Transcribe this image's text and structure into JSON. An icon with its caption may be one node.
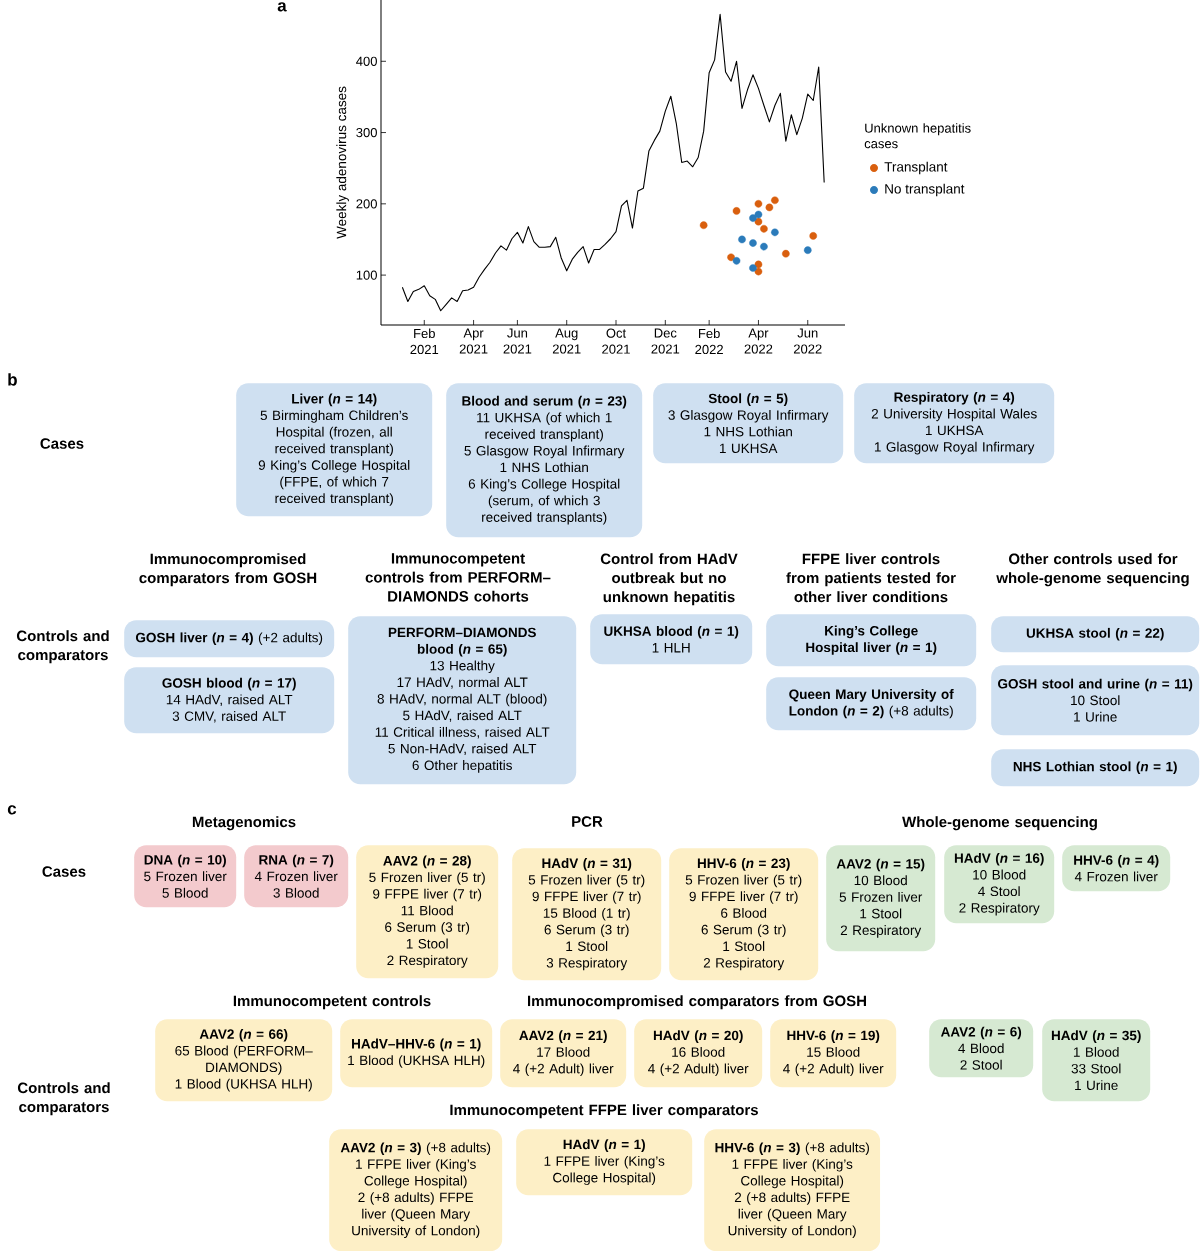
{
  "diagram": {
    "nodes": [
      {
        "text": [
          "Liver (*n* = 14)",
          "5 Birmingham Children’s Hospital (frozen, all received transplant)",
          "9 King’s College Hospital (FFPE, of which 7 received transplant)"
        ]
      },
      {
        "text": [
          "Blood and serum (*n* = 23)",
          "11 UKHSA (of which 1 received transplant)",
          "5 Glasgow Royal Infirmary",
          "1 NHS Lothian",
          "6 King’s College Hospital (serum, of which 3 received transplants)"
        ]
      },
      {
        "text": [
          "Stool (*n* = 5)",
          "3 Glasgow Royal Infirmary",
          "1 NHS Lothian",
          "1 UKHSA"
        ]
      },
      {
        "text": [
          "Respiratory (*n* = 4)",
          "2 University Hospital Wales",
          "1 UKHSA",
          "1 Glasgow Royal Infirmary"
        ]
      },
      {
        "text": [
          "GOSH liver (*n* = 4)",
          "(+2 adults)"
        ]
      },
      {
        "text": [
          "GOSH blood (*n* = 17)",
          "14 HAdV, raised ALT",
          "3 CMV, raised ALT"
        ]
      },
      {
        "text": [
          "PERFORM–DIAMONDS blood (*n* = 65)",
          "13 Healthy",
          "17 HAdV, normal ALT",
          "8 HAdV, normal ALT (blood)",
          "5 HAdV, raised ALT",
          "11 Critical illness, raised ALT",
          "5 Non-HAdV, raised ALT",
          "6 Other hepatitis"
        ]
      },
      {
        "text": [
          "UKHSA blood (*n* = 1)",
          "1 HLH"
        ]
      },
      {
        "text": [
          "King’s College Hospital liver (*n* = 1)"
        ]
      },
      {
        "text": [
          "Queen Mary University of London (*n* = 2)",
          "(+8 adults)"
        ]
      },
      {
        "text": [
          "UKHSA stool (*n* = 22)"
        ]
      },
      {
        "text": [
          "GOSH stool and urine (*n* = 11)",
          "10 Stool",
          "1 Urine"
        ]
      },
      {
        "text": [
          "NHS Lothian stool (*n* = 1)"
        ]
      },
      {
        "text": [
          "DNA (*n* = 10)",
          "5 Frozen liver",
          "5 Blood"
        ]
      },
      {
        "text": [
          "RNA (*n* = 7)",
          "4 Frozen liver",
          "3 Blood"
        ]
      },
      {
        "text": [
          "AAV2 (*n* = 28)",
          "5 Frozen liver (5 tr)",
          "9 FFPE liver (7 tr)",
          "11 Blood",
          "6 Serum (3 tr)",
          "1 Stool",
          "2 Respiratory"
        ]
      },
      {
        "text": [
          "HAdV (*n* = 31)",
          "5 Frozen liver (5 tr)",
          "9 FFPE liver (7 tr)",
          "15 Blood (1 tr)",
          "6 Serum (3 tr)",
          "1 Stool",
          "3 Respiratory"
        ]
      },
      {
        "text": [
          "HHV-6 (*n* = 23)",
          "5 Frozen liver (5 tr)",
          "9 FFPE liver (7 tr)",
          "6 Blood",
          "6 Serum (3 tr)",
          "1 Stool",
          "2 Respiratory"
        ]
      },
      {
        "text": [
          "AAV2 (*n* = 15)",
          "10 Blood",
          "5 Frozen liver",
          "1 Stool",
          "2 Respiratory"
        ]
      },
      {
        "text": [
          "HAdV (*n* = 16)",
          "10 Blood",
          "4 Stool",
          "2 Respiratory"
        ]
      },
      {
        "text": [
          "HHV-6 (*n* = 4)",
          "4 Frozen liver"
        ]
      },
      {
        "text": [
          "AAV2 (*n* = 66)",
          "65 Blood (PERFORM–DIAMONDS)",
          "1 Blood (UKHSA HLH)"
        ]
      },
      {
        "text": [
          "HAdV–HHV-6 (*n* = 1)",
          "1 Blood (UKHSA HLH)"
        ]
      },
      {
        "text": [
          "AAV2 (*n* = 21)",
          "17 Blood",
          "4 (+2 Adult) liver"
        ]
      },
      {
        "text": [
          "HAdV (*n* = 20)",
          "16 Blood",
          "4 (+2 Adult) liver"
        ]
      },
      {
        "text": [
          "HHV-6 (*n* = 19)",
          "15 Blood",
          "4 (+2 Adult) liver"
        ]
      },
      {
        "text": [
          "AAV2 (*n* = 6)",
          "4 Blood",
          "2 Stool"
        ]
      },
      {
        "text": [
          "HAdV (*n* = 35)",
          "1 Blood",
          "33 Stool",
          "1 Urine"
        ]
      },
      {
        "text": [
          "AAV2 (*n* = 3)",
          "(+8 adults)",
          "1 FFPE liver (King’s College Hospital)",
          "2 (+8 adults) FFPE liver (Queen Mary University of London)"
        ]
      },
      {
        "text": [
          "HAdV (*n* = 1)",
          "1 FFPE liver (King’s College Hospital)"
        ]
      },
      {
        "text": [
          "HHV-6 (*n* = 3)",
          "(+8 adults)",
          "1 FFPE liver (King’s College Hospital)",
          "2 (+8 adults) FFPE liver (Queen Mary University of London)"
        ]
      }
    ],
    "labels": [
      "a",
      "Unknown hepatitis cases",
      "b",
      "Cases",
      "Immunocompromised comparators from GOSH",
      "Immunocompetent controls from PERFORM–DIAMONDS cohorts",
      "Control from HAdV outbreak but no unknown hepatitis",
      "FFPE liver controls from patients tested for other liver conditions",
      "Other controls used for whole-genome sequencing",
      "Controls and comparators",
      "c",
      "Metagenomics",
      "PCR",
      "Whole-genome sequencing",
      "Cases",
      "Immunocompetent controls",
      "Immunocompromised comparators from GOSH",
      "Controls and comparators",
      "Immunocompetent FFPE liver comparators"
    ],
    "legend": [
      {
        "text": "Transplant",
        "color": "#d95f0e"
      },
      {
        "text": "No transplant",
        "color": "#2b7bba"
      }
    ],
    "chart_data": {
      "type": "line",
      "ylabel": "Weekly adenovirus cases",
      "categories": [
        null,
        null,
        null,
        null,
        "Feb 2021",
        null,
        null,
        null,
        null,
        null,
        null,
        null,
        null,
        "Apr 2021",
        null,
        null,
        null,
        null,
        null,
        null,
        null,
        "Jun 2021",
        null,
        null,
        null,
        null,
        null,
        null,
        null,
        null,
        "Aug 2021",
        null,
        null,
        null,
        null,
        null,
        null,
        null,
        null,
        "Oct 2021",
        null,
        null,
        null,
        null,
        null,
        null,
        null,
        null,
        "Dec 2021",
        null,
        null,
        null,
        null,
        null,
        null,
        null,
        "Feb 2022",
        null,
        null,
        null,
        null,
        null,
        null,
        null,
        null,
        "Apr 2022",
        null,
        null,
        null,
        null,
        null,
        null,
        null,
        null,
        "Jun 2022",
        null,
        null,
        null
      ],
      "ylim": [
        30,
        486
      ],
      "yticks": [
        100,
        200,
        300,
        400
      ],
      "series": [
        {
          "color": "#000000",
          "values": [
            83,
            63,
            77,
            80,
            85,
            71,
            66,
            50,
            59,
            68,
            63,
            78,
            79,
            83,
            97,
            108,
            118,
            131,
            141,
            135,
            151,
            160,
            145,
            168,
            147,
            139,
            139,
            140,
            153,
            124,
            106,
            122,
            132,
            140,
            117,
            136,
            136,
            143,
            151,
            161,
            197,
            205,
            166,
            218,
            222,
            274,
            289,
            302,
            330,
            351,
            313,
            258,
            260,
            252,
            265,
            302,
            384,
            402,
            466,
            385,
            372,
            400,
            334,
            360,
            381,
            362,
            338,
            315,
            338,
            355,
            288,
            325,
            297,
            320,
            354,
            345,
            392,
            230
          ]
        },
        {
          "type": "scatter",
          "color": "#d95f0e",
          "values": [
            null,
            null,
            null,
            null,
            null,
            null,
            null,
            null,
            null,
            null,
            null,
            null,
            null,
            null,
            null,
            null,
            null,
            null,
            null,
            null,
            null,
            null,
            null,
            null,
            null,
            null,
            null,
            null,
            null,
            null,
            null,
            null,
            null,
            null,
            null,
            null,
            null,
            null,
            null,
            null,
            null,
            null,
            null,
            null,
            null,
            null,
            null,
            null,
            null,
            null,
            null,
            null,
            null,
            null,
            null,
            170,
            null,
            null,
            null,
            null,
            125,
            190,
            null,
            null,
            null,
            200,
            165,
            195,
            205,
            null,
            130,
            null,
            null,
            null,
            null,
            155,
            null,
            null
          ]
        },
        {
          "type": "scatter",
          "color": "#d95f0e",
          "values": [
            null,
            null,
            null,
            null,
            null,
            null,
            null,
            null,
            null,
            null,
            null,
            null,
            null,
            null,
            null,
            null,
            null,
            null,
            null,
            null,
            null,
            null,
            null,
            null,
            null,
            null,
            null,
            null,
            null,
            null,
            null,
            null,
            null,
            null,
            null,
            null,
            null,
            null,
            null,
            null,
            null,
            null,
            null,
            null,
            null,
            null,
            null,
            null,
            null,
            null,
            null,
            null,
            null,
            null,
            null,
            null,
            null,
            null,
            null,
            null,
            null,
            null,
            null,
            null,
            null,
            175,
            null,
            null,
            null,
            null,
            null,
            null,
            null,
            null,
            null,
            null,
            null,
            null
          ]
        },
        {
          "type": "scatter",
          "color": "#d95f0e",
          "values": [
            null,
            null,
            null,
            null,
            null,
            null,
            null,
            null,
            null,
            null,
            null,
            null,
            null,
            null,
            null,
            null,
            null,
            null,
            null,
            null,
            null,
            null,
            null,
            null,
            null,
            null,
            null,
            null,
            null,
            null,
            null,
            null,
            null,
            null,
            null,
            null,
            null,
            null,
            null,
            null,
            null,
            null,
            null,
            null,
            null,
            null,
            null,
            null,
            null,
            null,
            null,
            null,
            null,
            null,
            null,
            null,
            null,
            null,
            null,
            null,
            null,
            null,
            null,
            null,
            null,
            115,
            null,
            null,
            null,
            null,
            null,
            null,
            null,
            null,
            null,
            null,
            null,
            null
          ]
        },
        {
          "type": "scatter",
          "color": "#d95f0e",
          "values": [
            null,
            null,
            null,
            null,
            null,
            null,
            null,
            null,
            null,
            null,
            null,
            null,
            null,
            null,
            null,
            null,
            null,
            null,
            null,
            null,
            null,
            null,
            null,
            null,
            null,
            null,
            null,
            null,
            null,
            null,
            null,
            null,
            null,
            null,
            null,
            null,
            null,
            null,
            null,
            null,
            null,
            null,
            null,
            null,
            null,
            null,
            null,
            null,
            null,
            null,
            null,
            null,
            null,
            null,
            null,
            null,
            null,
            null,
            null,
            null,
            null,
            null,
            null,
            null,
            null,
            105,
            null,
            null,
            null,
            null,
            null,
            null,
            null,
            null,
            null,
            null,
            null,
            null
          ]
        },
        {
          "type": "scatter",
          "color": "#2b7bba",
          "values": [
            null,
            null,
            null,
            null,
            null,
            null,
            null,
            null,
            null,
            null,
            null,
            null,
            null,
            null,
            null,
            null,
            null,
            null,
            null,
            null,
            null,
            null,
            null,
            null,
            null,
            null,
            null,
            null,
            null,
            null,
            null,
            null,
            null,
            null,
            null,
            null,
            null,
            null,
            null,
            null,
            null,
            null,
            null,
            null,
            null,
            null,
            null,
            null,
            null,
            null,
            null,
            null,
            null,
            null,
            null,
            null,
            null,
            null,
            null,
            null,
            null,
            120,
            150,
            null,
            180,
            185,
            140,
            null,
            160,
            null,
            null,
            null,
            null,
            null,
            135,
            null,
            null,
            null
          ]
        },
        {
          "type": "scatter",
          "color": "#2b7bba",
          "values": [
            null,
            null,
            null,
            null,
            null,
            null,
            null,
            null,
            null,
            null,
            null,
            null,
            null,
            null,
            null,
            null,
            null,
            null,
            null,
            null,
            null,
            null,
            null,
            null,
            null,
            null,
            null,
            null,
            null,
            null,
            null,
            null,
            null,
            null,
            null,
            null,
            null,
            null,
            null,
            null,
            null,
            null,
            null,
            null,
            null,
            null,
            null,
            null,
            null,
            null,
            null,
            null,
            null,
            null,
            null,
            null,
            null,
            null,
            null,
            null,
            null,
            null,
            null,
            null,
            145,
            null,
            null,
            null,
            null,
            null,
            null,
            null,
            null,
            null,
            null,
            null,
            null,
            null
          ]
        },
        {
          "type": "scatter",
          "color": "#2b7bba",
          "values": [
            null,
            null,
            null,
            null,
            null,
            null,
            null,
            null,
            null,
            null,
            null,
            null,
            null,
            null,
            null,
            null,
            null,
            null,
            null,
            null,
            null,
            null,
            null,
            null,
            null,
            null,
            null,
            null,
            null,
            null,
            null,
            null,
            null,
            null,
            null,
            null,
            null,
            null,
            null,
            null,
            null,
            null,
            null,
            null,
            null,
            null,
            null,
            null,
            null,
            null,
            null,
            null,
            null,
            null,
            null,
            null,
            null,
            null,
            null,
            null,
            null,
            null,
            null,
            null,
            110,
            null,
            null,
            null,
            null,
            null,
            null,
            null,
            null,
            null,
            null,
            null,
            null,
            null
          ]
        }
      ]
    }
  }
}
